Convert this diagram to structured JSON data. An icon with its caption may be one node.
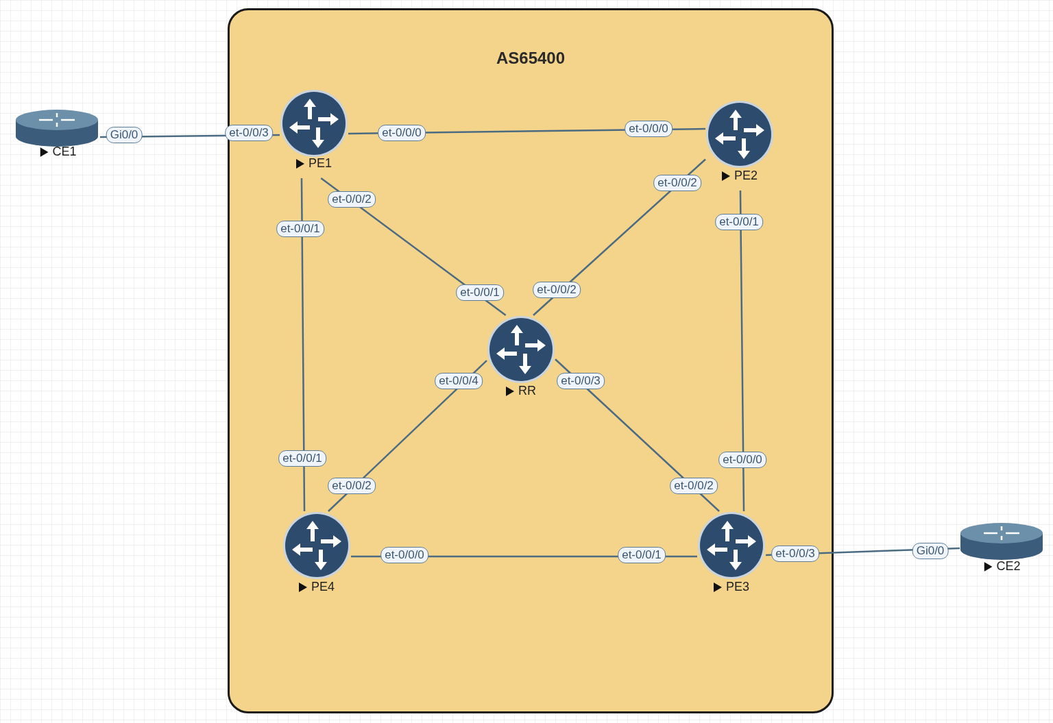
{
  "diagram": {
    "nodes": [
      {
        "text": [
          "AS65400"
        ]
      },
      {
        "text": [
          "CE1"
        ],
        "beside": [
          "Gi0/0"
        ]
      },
      {
        "text": [
          "PE1"
        ],
        "in": 0,
        "beside": [
          "et-0/0/3",
          "et-0/0/0",
          "et-0/0/2",
          "et-0/0/1"
        ]
      },
      {
        "text": [
          "PE2"
        ],
        "in": 0,
        "beside": [
          "et-0/0/0",
          "et-0/0/2",
          "et-0/0/1"
        ]
      },
      {
        "text": [
          "RR"
        ],
        "in": 0,
        "beside": [
          "et-0/0/1",
          "et-0/0/2",
          "et-0/0/4",
          "et-0/0/3"
        ]
      },
      {
        "text": [
          "PE4"
        ],
        "in": 0,
        "beside": [
          "et-0/0/1",
          "et-0/0/2",
          "et-0/0/0"
        ]
      },
      {
        "text": [
          "PE3"
        ],
        "in": 0,
        "beside": [
          "et-0/0/0",
          "et-0/0/2",
          "et-0/0/1",
          "et-0/0/3"
        ]
      },
      {
        "text": [
          "CE2"
        ],
        "beside": [
          "Gi0/0"
        ]
      }
    ],
    "edges": [
      {
        "from": 1,
        "to": 2,
        "arrow": "none"
      },
      {
        "from": 2,
        "to": 3,
        "arrow": "none"
      },
      {
        "from": 2,
        "to": 4,
        "arrow": "none"
      },
      {
        "from": 3,
        "to": 4,
        "arrow": "none"
      },
      {
        "from": 2,
        "to": 5,
        "arrow": "none"
      },
      {
        "from": 3,
        "to": 6,
        "arrow": "none"
      },
      {
        "from": 4,
        "to": 5,
        "arrow": "none"
      },
      {
        "from": 4,
        "to": 6,
        "arrow": "none"
      },
      {
        "from": 5,
        "to": 6,
        "arrow": "none"
      },
      {
        "from": 6,
        "to": 7,
        "arrow": "none"
      }
    ]
  }
}
